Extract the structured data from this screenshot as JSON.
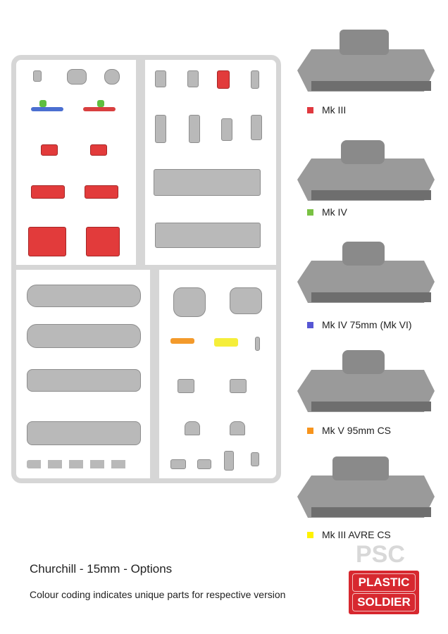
{
  "title": "Churchill - 15mm - Options",
  "subtitle": "Colour coding indicates unique parts for respective version",
  "logo": {
    "line1": "PLASTIC",
    "line2": "SOLDIER",
    "watermark": "PSC"
  },
  "variants": [
    {
      "label": "Mk III",
      "color": "#e0393f"
    },
    {
      "label": "Mk IV",
      "color": "#79c143"
    },
    {
      "label": "Mk IV 75mm (Mk VI)",
      "color": "#5656d4"
    },
    {
      "label": "Mk V 95mm CS",
      "color": "#f7941d"
    },
    {
      "label": "Mk III AVRE CS",
      "color": "#fff200"
    }
  ]
}
